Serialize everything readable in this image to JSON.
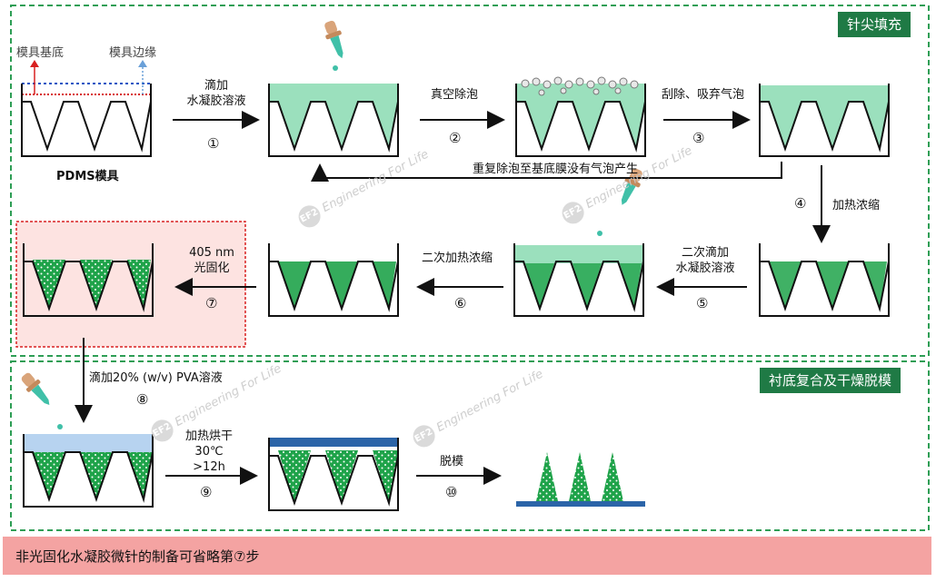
{
  "sections": {
    "top_title": "针尖填充",
    "bottom_title": "衬底复合及干燥脱模"
  },
  "mold": {
    "base_label": "模具基底",
    "edge_label": "模具边缘",
    "name": "PDMS模具"
  },
  "steps": {
    "s1": {
      "line1": "滴加",
      "line2": "水凝胶溶液",
      "num": "①"
    },
    "s2": {
      "line1": "真空除泡",
      "num": "②"
    },
    "s3": {
      "line1": "刮除、吸弃气泡",
      "num": "③"
    },
    "repeat": "重复除泡至基底膜没有气泡产生",
    "s4": {
      "line1": "加热浓缩",
      "num": "④"
    },
    "s5": {
      "line1": "二次滴加",
      "line2": "水凝胶溶液",
      "num": "⑤"
    },
    "s6": {
      "line1": "二次加热浓缩",
      "num": "⑥"
    },
    "s7": {
      "line1": "405 nm",
      "line2": "光固化",
      "num": "⑦"
    },
    "s8": {
      "line1": "滴加20% (w/v) PVA溶液",
      "num": "⑧"
    },
    "s9": {
      "line1": "加热烘干",
      "line2": "30℃",
      "line3": ">12h",
      "num": "⑨"
    },
    "s10": {
      "line1": "脱模",
      "num": "⑩"
    }
  },
  "watermark": {
    "logo": "EF2",
    "text": "Engineering For Life"
  },
  "footer": {
    "note": "非光固化水凝胶微针的制备可省略第⑦步"
  },
  "colors": {
    "border": "#2e9e55",
    "section": "#1f7a45",
    "light_gel": "#9be0bd",
    "dark_gel": "#1fa34a",
    "pva": "#b7d3f0",
    "substrate": "#2b64a8",
    "highlight": "#fde3e1",
    "footer": "#f4a3a2",
    "dropper_tip": "#40c0a8",
    "dropper_bulb": "#d9a47a"
  }
}
